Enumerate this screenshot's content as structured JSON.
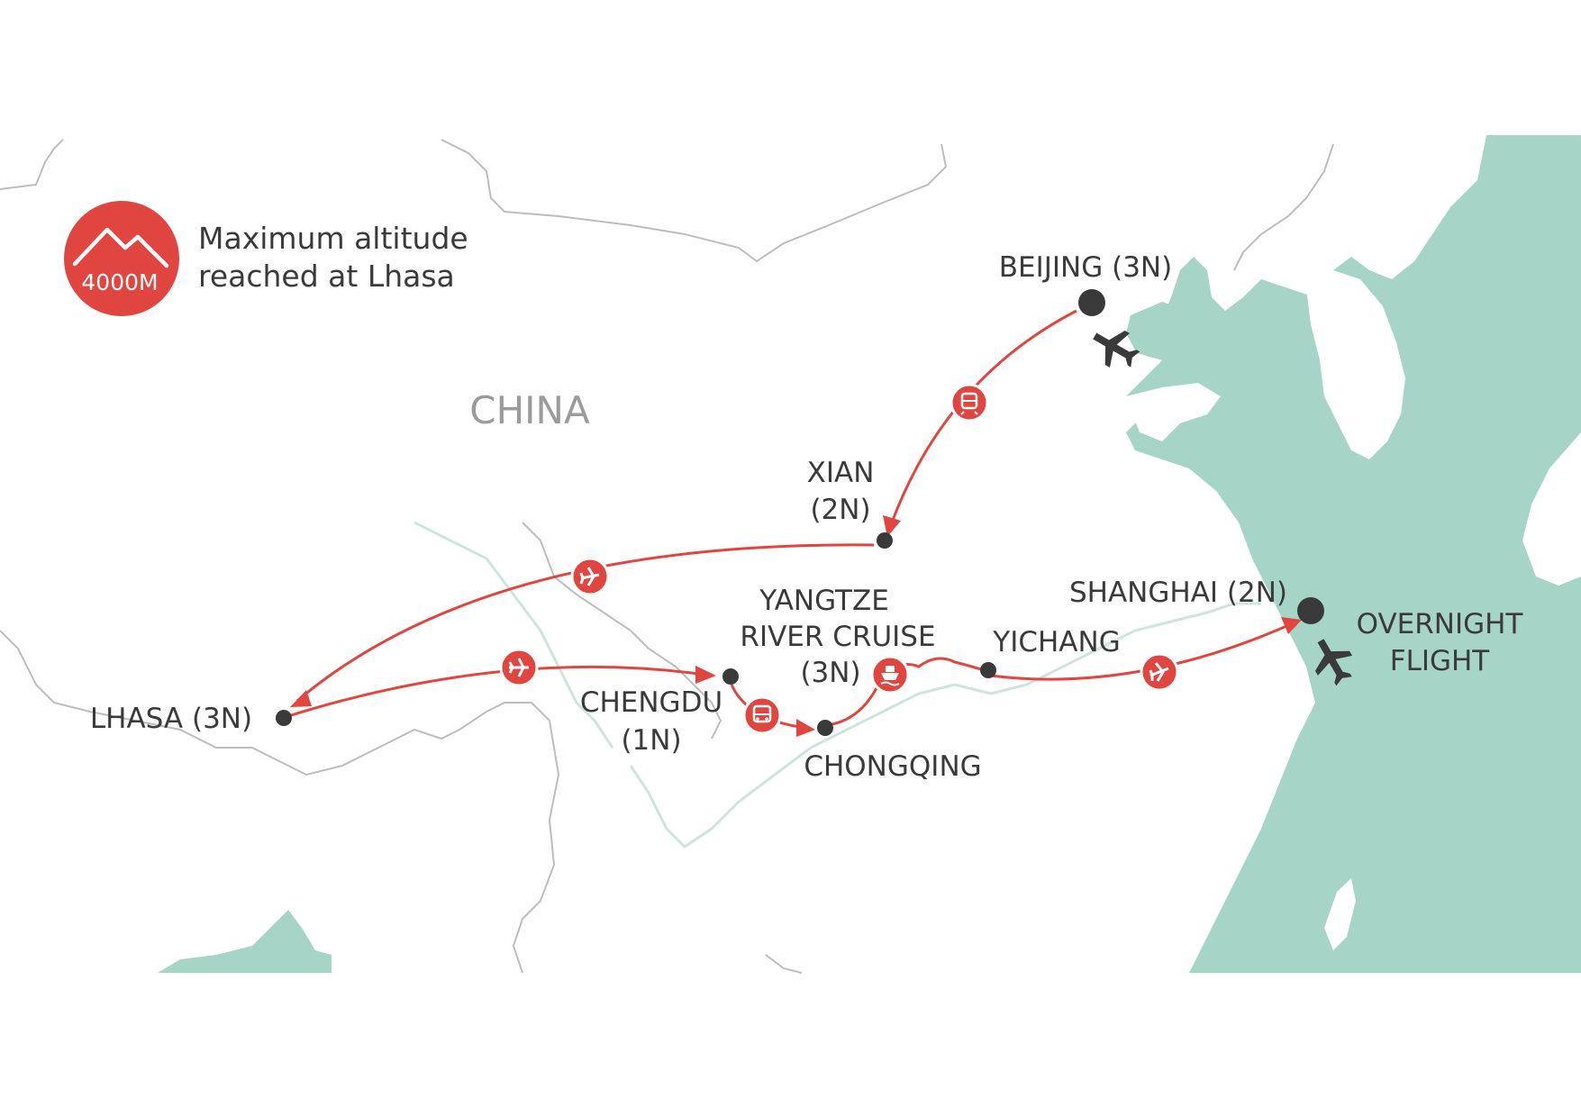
{
  "legend": {
    "altitude_badge": "4000M",
    "line1": "Maximum altitude",
    "line2": "reached at Lhasa"
  },
  "country_label": "CHINA",
  "cities": {
    "beijing": "BEIJING (3N)",
    "xian_1": "XIAN",
    "xian_2": "(2N)",
    "lhasa": "LHASA (3N)",
    "chengdu_1": "CHENGDU",
    "chengdu_2": "(1N)",
    "chongqing": "CHONGQING",
    "cruise_1": "YANGTZE",
    "cruise_2": "RIVER CRUISE",
    "cruise_3": "(3N)",
    "yichang": "YICHANG",
    "shanghai": "SHANGHAI (2N)",
    "overnight_1": "OVERNIGHT",
    "overnight_2": "FLIGHT"
  },
  "colors": {
    "route": "#e0463f",
    "sea": "#a6d4c6",
    "border": "#bdbdbd",
    "text": "#3a3a3a",
    "country": "#9b9b9b"
  },
  "route_modes": [
    "train",
    "flight",
    "flight",
    "bus",
    "cruise",
    "flight"
  ],
  "icons": [
    "mountain-icon",
    "plane-icon",
    "train-icon",
    "bus-icon",
    "boat-icon"
  ]
}
